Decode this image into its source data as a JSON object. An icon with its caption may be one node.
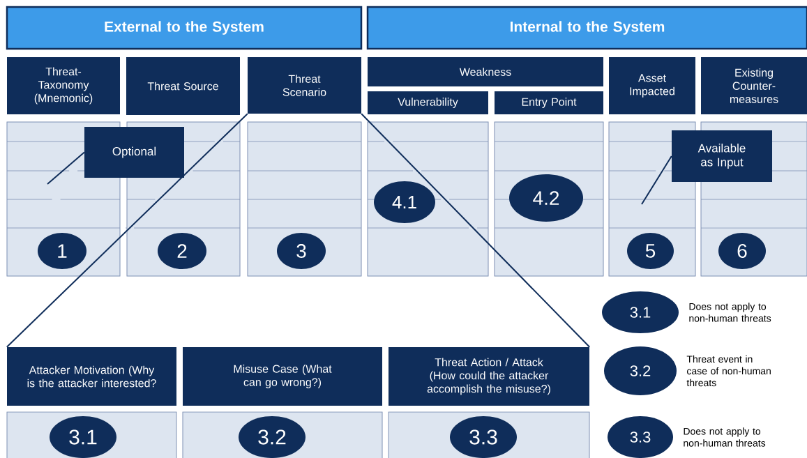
{
  "diagram": {
    "nodes": [
      {
        "text": [
          "External to the System"
        ]
      },
      {
        "text": [
          "Internal to the System"
        ]
      },
      {
        "text": [
          "Threat-Taxonomy (Mnemonic)"
        ]
      },
      {
        "text": [
          "Threat Source"
        ]
      },
      {
        "text": [
          "Threat Scenario"
        ]
      },
      {
        "text": [
          "Weakness"
        ]
      },
      {
        "text": [
          "Vulnerability"
        ]
      },
      {
        "text": [
          "Entry Point"
        ]
      },
      {
        "text": [
          "Asset Impacted"
        ]
      },
      {
        "text": [
          "Existing Counter-measures"
        ]
      },
      {
        "text": [],
        "shape": "box"
      },
      {
        "text": [
          "1"
        ],
        "in": 10
      },
      {
        "text": [
          "Optional"
        ]
      },
      {
        "text": [],
        "shape": "box"
      },
      {
        "text": [
          "2"
        ],
        "in": 13
      },
      {
        "text": [],
        "shape": "box"
      },
      {
        "text": [
          "3"
        ],
        "in": 15
      },
      {
        "text": [],
        "shape": "box"
      },
      {
        "text": [
          "4.1"
        ],
        "in": 17
      },
      {
        "text": [],
        "shape": "box"
      },
      {
        "text": [
          "4.2"
        ],
        "in": 19
      },
      {
        "text": [],
        "shape": "box"
      },
      {
        "text": [
          "5"
        ],
        "in": 21
      },
      {
        "text": [
          "Available as Input"
        ]
      },
      {
        "text": [],
        "shape": "box"
      },
      {
        "text": [
          "6"
        ],
        "in": 24
      },
      {
        "text": [
          "3.1"
        ],
        "beside": [
          "Does not apply to non-human threats"
        ]
      },
      {
        "text": [
          "Attacker Motivation (Why is the attacker interested?"
        ]
      },
      {
        "text": [
          "Misuse Case (What can go wrong?)"
        ]
      },
      {
        "text": [
          "Threat Action / Attack (How could the attacker accomplish the misuse?)"
        ]
      },
      {
        "text": [
          "3.2"
        ],
        "beside": [
          "Threat event in case of non-human threats"
        ]
      },
      {
        "text": [],
        "shape": "box"
      },
      {
        "text": [
          "3.1"
        ],
        "in": 31
      },
      {
        "text": [],
        "shape": "box"
      },
      {
        "text": [
          "3.2"
        ],
        "in": 33
      },
      {
        "text": [],
        "shape": "box"
      },
      {
        "text": [
          "3.3"
        ],
        "in": 35
      },
      {
        "text": [
          "3.3"
        ],
        "beside": [
          "Does not apply to non-human threats"
        ]
      }
    ],
    "edges": [
      {
        "from": 12,
        "to": 10,
        "arrow": "none"
      },
      {
        "from": 23,
        "to": 21,
        "arrow": "none"
      },
      {
        "from": 4,
        "to": 27,
        "arrow": "none"
      },
      {
        "from": 4,
        "to": 29,
        "arrow": "none"
      }
    ]
  }
}
